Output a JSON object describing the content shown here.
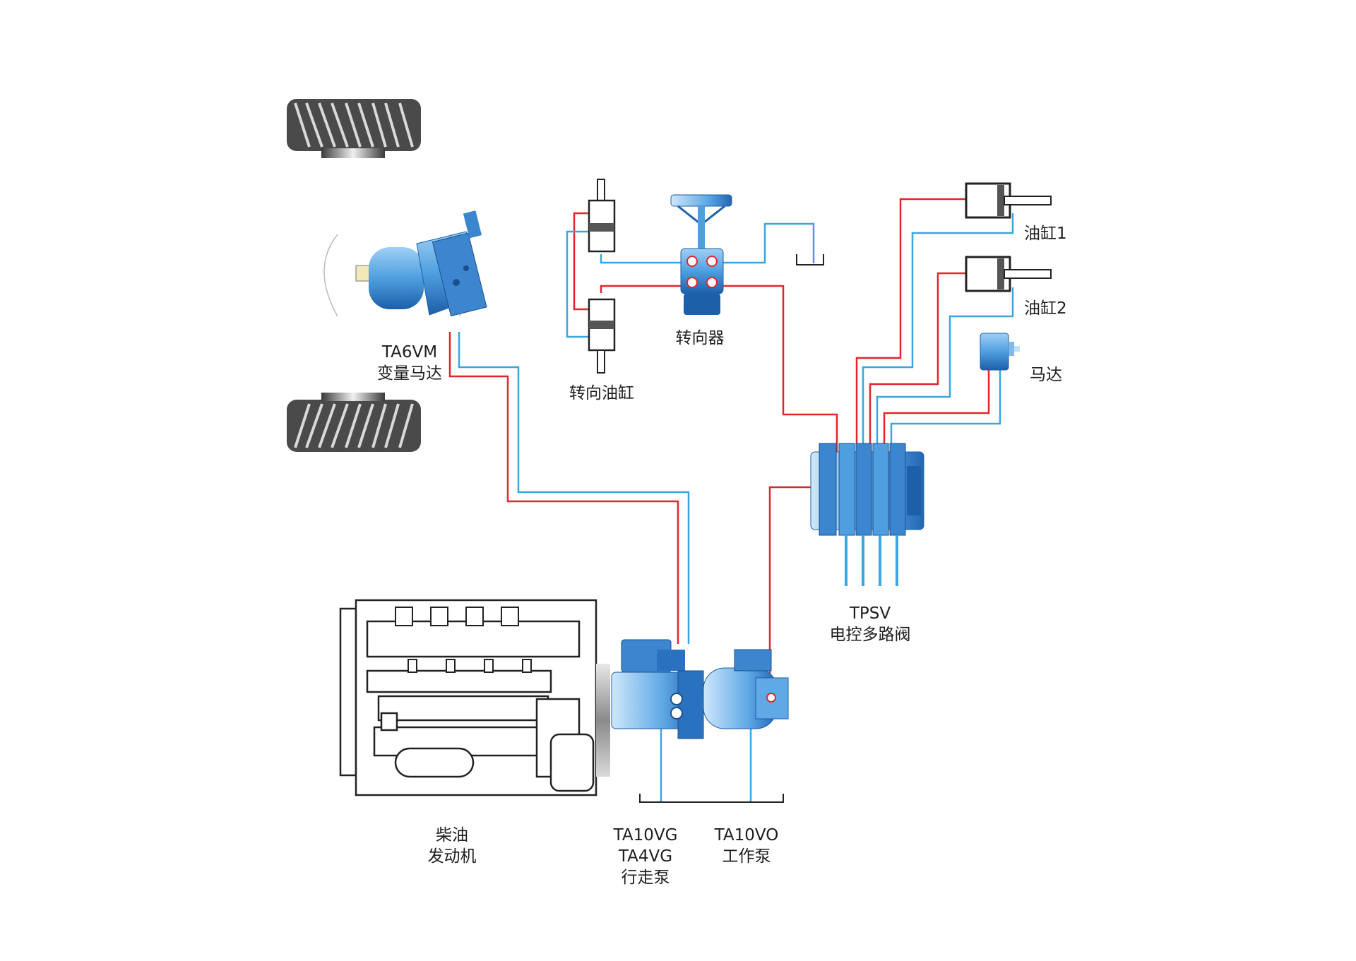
{
  "labels": {
    "motor_model": "TA6VM",
    "motor_name": "变量马达",
    "steering_cylinder": "转向油缸",
    "steering_unit": "转向器",
    "cylinder1": "油缸1",
    "cylinder2": "油缸2",
    "motor": "马达",
    "valve_model": "TPSV",
    "valve_name": "电控多路阀",
    "engine_line1": "柴油",
    "engine_line2": "发动机",
    "pump1_line1": "TA10VG",
    "pump1_line2": "TA4VG",
    "pump1_line3": "行走泵",
    "pump2_line1": "TA10VO",
    "pump2_line2": "工作泵"
  },
  "colors": {
    "pressure_line": "#e2262b",
    "return_line": "#3aa6dd",
    "component_blue": "#4f9fe0",
    "component_dark": "#1d5fa8",
    "outline": "#222222",
    "tire": "#555555"
  }
}
